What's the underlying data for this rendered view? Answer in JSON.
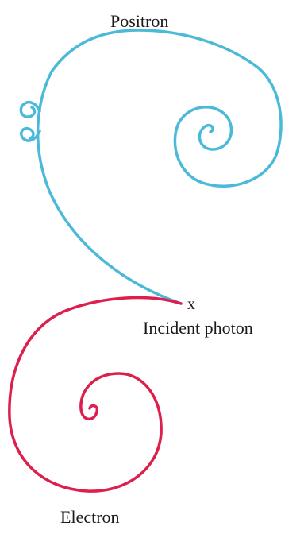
{
  "labels": {
    "positron": "Positron",
    "origin_mark": "x",
    "incident_photon": "Incident photon",
    "electron": "Electron"
  },
  "colors": {
    "positron_track": "#4bbad9",
    "electron_track": "#dd1f4e",
    "text": "#1a1a1a",
    "background": "#ffffff"
  }
}
